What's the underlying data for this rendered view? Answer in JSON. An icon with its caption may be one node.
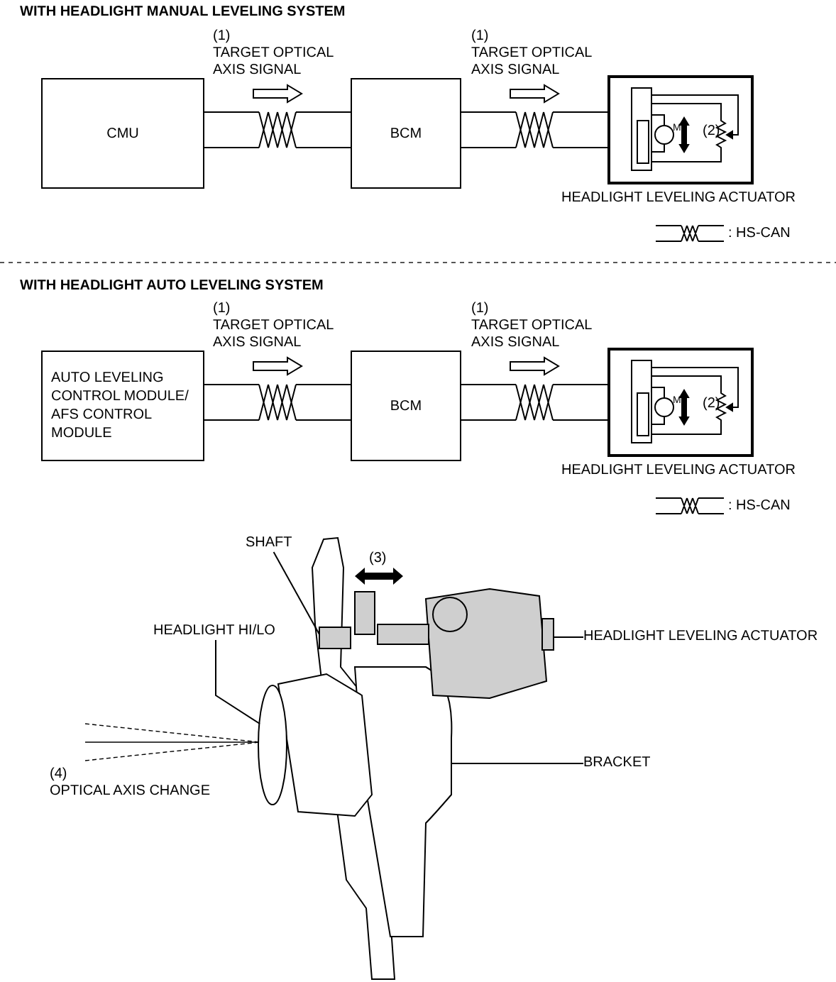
{
  "diagram": {
    "nodes": [
      {
        "text": [
          "CMU"
        ]
      },
      {
        "text": [
          "BCM"
        ]
      },
      {
        "text": [
          "HEADLIGHT LEVELING ACTUATOR"
        ]
      },
      {
        "text": [
          "AUTO LEVELING CONTROL MODULE/ AFS CONTROL MODULE"
        ]
      },
      {
        "text": [
          "BCM"
        ]
      },
      {
        "text": [
          "HEADLIGHT LEVELING ACTUATOR"
        ]
      },
      {
        "text": [
          "SHAFT"
        ]
      },
      {
        "text": [
          "HEADLIGHT HI/LO"
        ]
      },
      {
        "text": [
          "HEADLIGHT LEVELING ACTUATOR"
        ]
      },
      {
        "text": [
          "BRACKET"
        ]
      },
      {
        "text": [],
        "shape": "box"
      },
      {
        "text": [],
        "shape": "picture"
      },
      {
        "text": [],
        "shape": "picture"
      },
      {
        "text": [],
        "shape": "picture"
      }
    ],
    "edges": [
      {
        "from": 0,
        "to": 1,
        "arrow": "none"
      },
      {
        "from": 1,
        "to": 2,
        "arrow": "none"
      },
      {
        "from": 3,
        "to": 4,
        "arrow": "none"
      },
      {
        "from": 4,
        "to": 5,
        "arrow": "none"
      },
      {
        "from": 6,
        "to": 10,
        "arrow": "none"
      },
      {
        "from": 7,
        "to": 11,
        "arrow": "none"
      },
      {
        "from": 8,
        "to": 12,
        "arrow": "none"
      },
      {
        "from": 9,
        "to": 13,
        "arrow": "none"
      }
    ],
    "labels": [
      "WITH HEADLIGHT MANUAL LEVELING SYSTEM",
      "(1)",
      "TARGET OPTICAL AXIS SIGNAL",
      "(1)",
      "TARGET OPTICAL AXIS SIGNAL",
      "M",
      "(2)",
      "WITH HEADLIGHT AUTO LEVELING SYSTEM",
      "(1)",
      "TARGET OPTICAL AXIS SIGNAL",
      "(1)",
      "TARGET OPTICAL AXIS SIGNAL",
      "M",
      "(2)",
      "(3)",
      "(4)",
      "OPTICAL AXIS CHANGE"
    ],
    "legend": [
      {
        "text": ": HS-CAN"
      },
      {
        "text": ": HS-CAN"
      }
    ]
  }
}
